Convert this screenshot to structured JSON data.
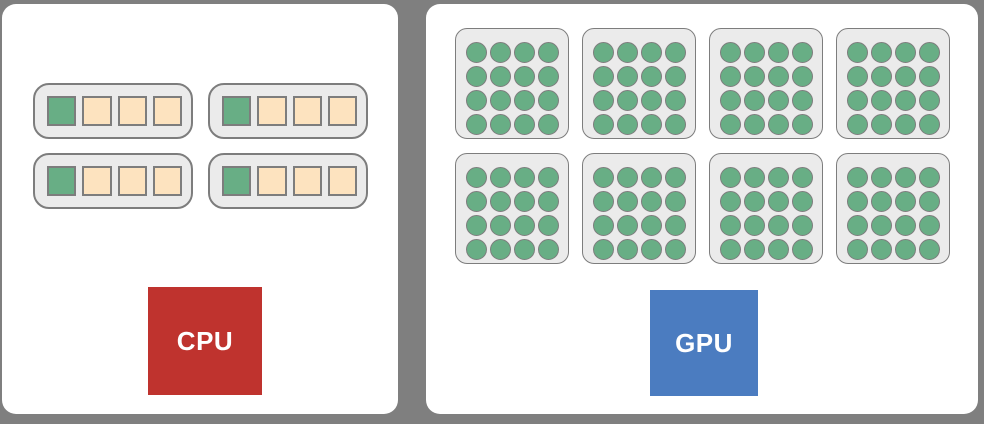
{
  "cpu_panel": {
    "label": "CPU",
    "core_groups": 4,
    "units_per_group": 4,
    "active_units_per_group": 1
  },
  "gpu_panel": {
    "label": "GPU",
    "core_blocks": 8,
    "core_rows_per_block": 4,
    "core_cols_per_block": 4
  },
  "colors": {
    "background": "#7f7f7f",
    "panel": "#ffffff",
    "group_fill": "#ebebeb",
    "outline": "#7d7d7d",
    "active_unit": "#68ae85",
    "idle_unit": "#fde3bf",
    "gpu_core": "#68ae85",
    "cpu_chip": "#bf332e",
    "gpu_chip": "#4b7cc0",
    "label_text": "#ffffff"
  }
}
